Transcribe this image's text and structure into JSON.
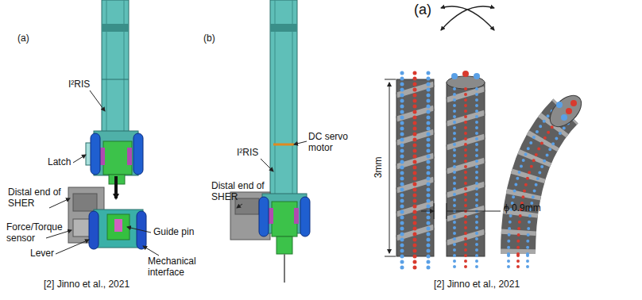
{
  "diagram": {
    "labels": [
      "(a)",
      "I²RIS",
      "Latch",
      "Distal end of SHER",
      "Force/Torque sensor",
      "Lever",
      "Guide pin",
      "Mechanical interface",
      "(b)",
      "DC servo motor",
      "I²RIS",
      "Distal end of SHER",
      "[2] Jinno et al., 2021",
      "(a)",
      "3mm",
      "ϕ 0.9mm",
      "[2] Jinno et al., 2021"
    ]
  }
}
